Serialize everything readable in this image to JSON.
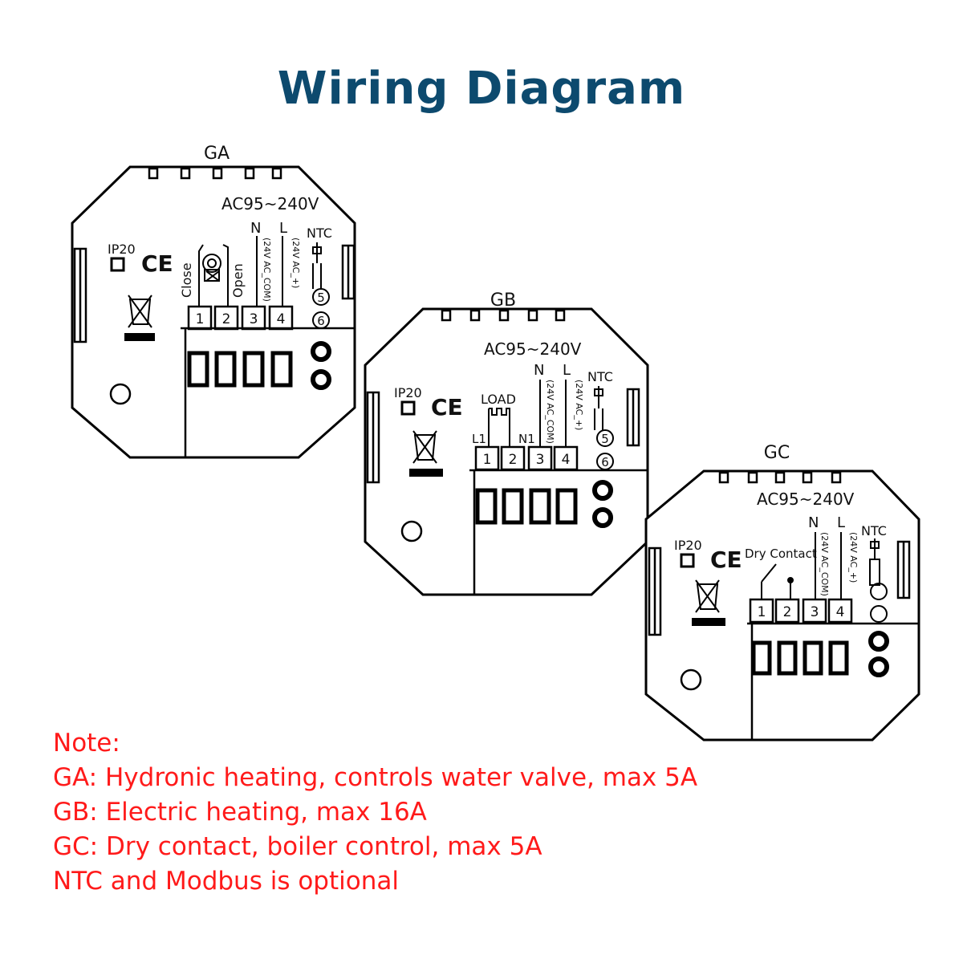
{
  "title": "Wiring Diagram",
  "voltage": "AC95~240V",
  "symbols": {
    "ip": "IP20",
    "ce": "CE",
    "ntc": "NTC",
    "n": "N",
    "l": "L",
    "com": "(24V AC_COM)",
    "plus": "(24V AC_+)",
    "t5": "5",
    "t6": "6"
  },
  "terminals": [
    "1",
    "2",
    "3",
    "4"
  ],
  "units": [
    {
      "name": "GA",
      "extra": {
        "close": "Close",
        "open": "Open"
      }
    },
    {
      "name": "GB",
      "extra": {
        "load": "LOAD",
        "l1": "L1",
        "n1": "N1"
      }
    },
    {
      "name": "GC",
      "extra": {
        "dry": "Dry Contact"
      }
    }
  ],
  "notes": {
    "heading": "Note:",
    "lines": [
      "GA: Hydronic heating, controls water valve, max 5A",
      "GB: Electric heating, max 16A",
      "GC: Dry contact, boiler control, max 5A",
      "NTC and Modbus is optional"
    ]
  }
}
